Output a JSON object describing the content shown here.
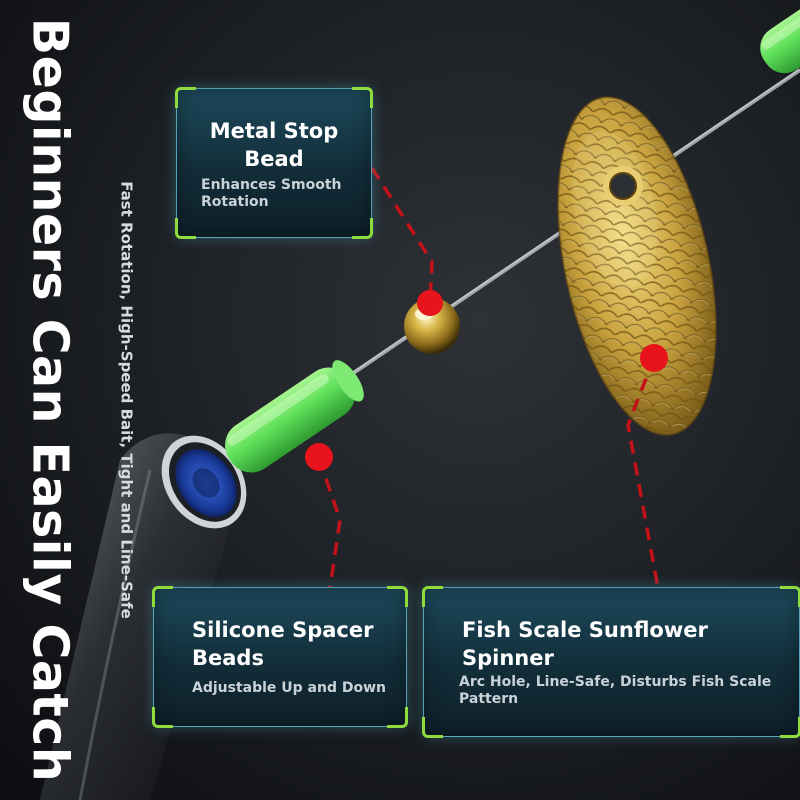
{
  "headline": "Beginners Can Easily Catch",
  "subheadline": "Fast Rotation, High-Speed Bait, Tight and Line-Safe",
  "callouts": [
    {
      "title": "Metal Stop Bead",
      "description": "Enhances Smooth Rotation"
    },
    {
      "title": "Silicone Spacer Beads",
      "description": "Adjustable Up and Down"
    },
    {
      "title": "Fish Scale Sunflower Spinner",
      "description": "Arc Hole, Line-Safe, Disturbs Fish Scale Pattern"
    }
  ],
  "colors": {
    "accent_green": "#8fdc3c",
    "marker_red": "#e8141c",
    "leader_red": "#c4121a",
    "bead_green": "#5ee05a",
    "spinner_gold": "#c9a23e",
    "callout_border": "#6ec8dc"
  },
  "icons": [
    "fishing-line",
    "metal-stop-bead",
    "silicone-spacer-bead",
    "sunflower-spinner-blade",
    "swivel-barrel",
    "red-marker-dot"
  ]
}
